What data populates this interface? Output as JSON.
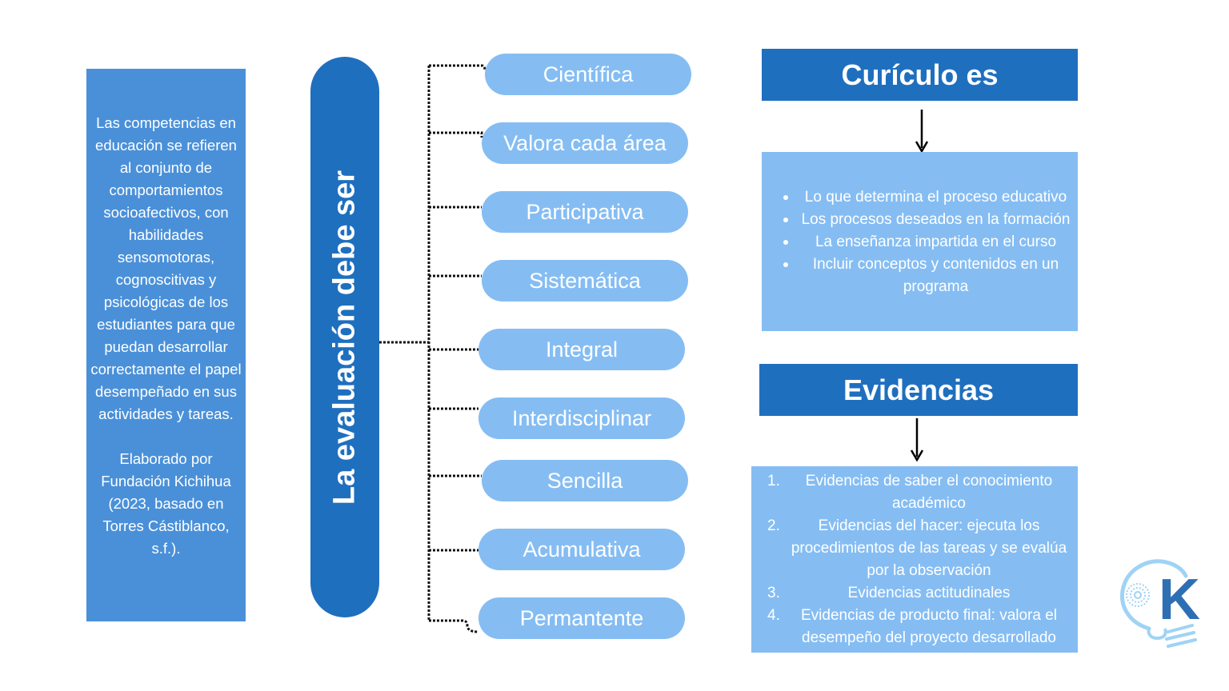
{
  "left_panel": {
    "definition": "Las competencias en educación se refieren al conjunto de comportamientos socioafectivos, con habilidades sensomotoras, cognoscitivas y psicológicas de los estudiantes para que puedan desarrollar correctamente el papel desempeñado en sus actividades y tareas.",
    "credit": "Elaborado por Fundación Kichihua (2023, basado en Torres Cástiblanco, s.f.)."
  },
  "main_title": "La evaluación debe ser",
  "qualities": [
    "Científica",
    "Valora cada área",
    "Participativa",
    "Sistemática",
    "Integral",
    "Interdisciplinar",
    "Sencilla",
    "Acumulativa",
    "Permantente"
  ],
  "curriculo": {
    "title": "Curículo es",
    "items": [
      "Lo que determina el proceso educativo",
      "Los procesos deseados en la formación",
      "La enseñanza impartida en el curso",
      "Incluir conceptos y contenidos en un programa"
    ]
  },
  "evidencias": {
    "title": "Evidencias",
    "items": [
      {
        "num": "1.",
        "text": "Evidencias de saber el conocimiento académico"
      },
      {
        "num": "2.",
        "text": "Evidencias del hacer: ejecuta los procedimientos de las tareas y se evalúa por la observación"
      },
      {
        "num": "3.",
        "text": "Evidencias actitudinales"
      },
      {
        "num": "4.",
        "text": "Evidencias de producto final: valora el desempeño del proyecto desarrollado"
      }
    ]
  },
  "logo": {
    "letter": "K"
  },
  "colors": {
    "dark_blue": "#1f6fbf",
    "mid_blue": "#4a90d9",
    "light_blue": "#85bdf3",
    "logo_blue": "#2e6fb4",
    "logo_light": "#9fd3f5"
  }
}
